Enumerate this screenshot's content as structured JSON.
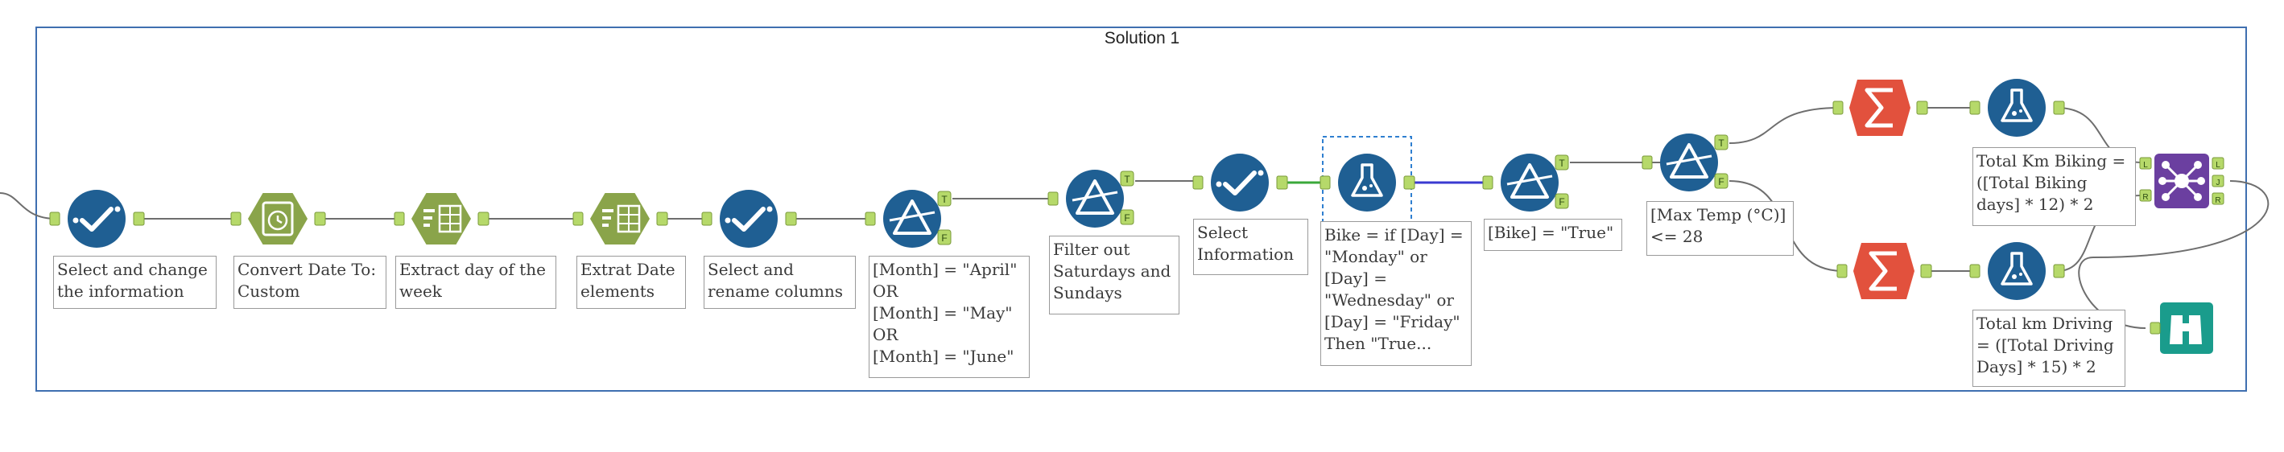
{
  "container": {
    "title": "Solution 1"
  },
  "tools": [
    {
      "id": "t1",
      "kind": "select",
      "label": "Select and change\nthe information"
    },
    {
      "id": "t2",
      "kind": "datetime",
      "label": "Convert Date To:\nCustom"
    },
    {
      "id": "t3",
      "kind": "parse",
      "label": "Extract day of the\nweek"
    },
    {
      "id": "t4",
      "kind": "parse",
      "label": "Extrat Date\nelements"
    },
    {
      "id": "t5",
      "kind": "select",
      "label": "Select and\nrename columns"
    },
    {
      "id": "t6",
      "kind": "filter",
      "label": "[Month] = \"April\"\nOR\n[Month] = \"May\"\nOR\n[Month] = \"June\""
    },
    {
      "id": "t7",
      "kind": "filter",
      "label": "Filter out\nSaturdays and\nSundays"
    },
    {
      "id": "t8",
      "kind": "select",
      "label": "Select\nInformation"
    },
    {
      "id": "t9",
      "kind": "formula",
      "label": "Bike = if [Day] =\n\"Monday\" or\n[Day] =\n\"Wednesday\" or\n[Day] = \"Friday\"\nThen \"True..."
    },
    {
      "id": "t10",
      "kind": "filter",
      "label": "[Bike] = \"True\""
    },
    {
      "id": "t11",
      "kind": "filter",
      "label": "[Max Temp (°C)]\n<= 28"
    },
    {
      "id": "t12",
      "kind": "summarize",
      "label": ""
    },
    {
      "id": "t13",
      "kind": "summarize",
      "label": ""
    },
    {
      "id": "t14",
      "kind": "formula",
      "label": "Total Km Biking =\n([Total Biking\ndays] * 12) * 2"
    },
    {
      "id": "t15",
      "kind": "formula",
      "label": "Total km Driving\n= ([Total Driving\nDays] * 15) * 2"
    },
    {
      "id": "t16",
      "kind": "join",
      "label": ""
    },
    {
      "id": "t17",
      "kind": "browse",
      "label": ""
    }
  ],
  "anchors": {
    "true": "T",
    "false": "F",
    "left": "L",
    "join": "J",
    "right": "R"
  },
  "colors": {
    "container_border": "#3f6fb0",
    "tool_blue": "#1f5f93",
    "tool_green": "#8aa44a",
    "summarize_red": "#e2513d",
    "join_purple": "#6b3fa0",
    "browse_teal": "#1a9c8c",
    "anchor_green": "#b6d96a",
    "connector": "#6e6e6e",
    "connector_selected_green": "#3aa83a",
    "connector_selected_blue": "#3a3ad0",
    "selection_dash": "#2f7fd0"
  },
  "icons": {
    "select": "checkmark-icon",
    "datetime": "clock-icon",
    "parse": "parse-columns-icon",
    "filter": "filter-triangle-icon",
    "formula": "flask-icon",
    "summarize": "sigma-icon",
    "join": "join-multiple-icon",
    "browse": "binoculars-icon"
  }
}
